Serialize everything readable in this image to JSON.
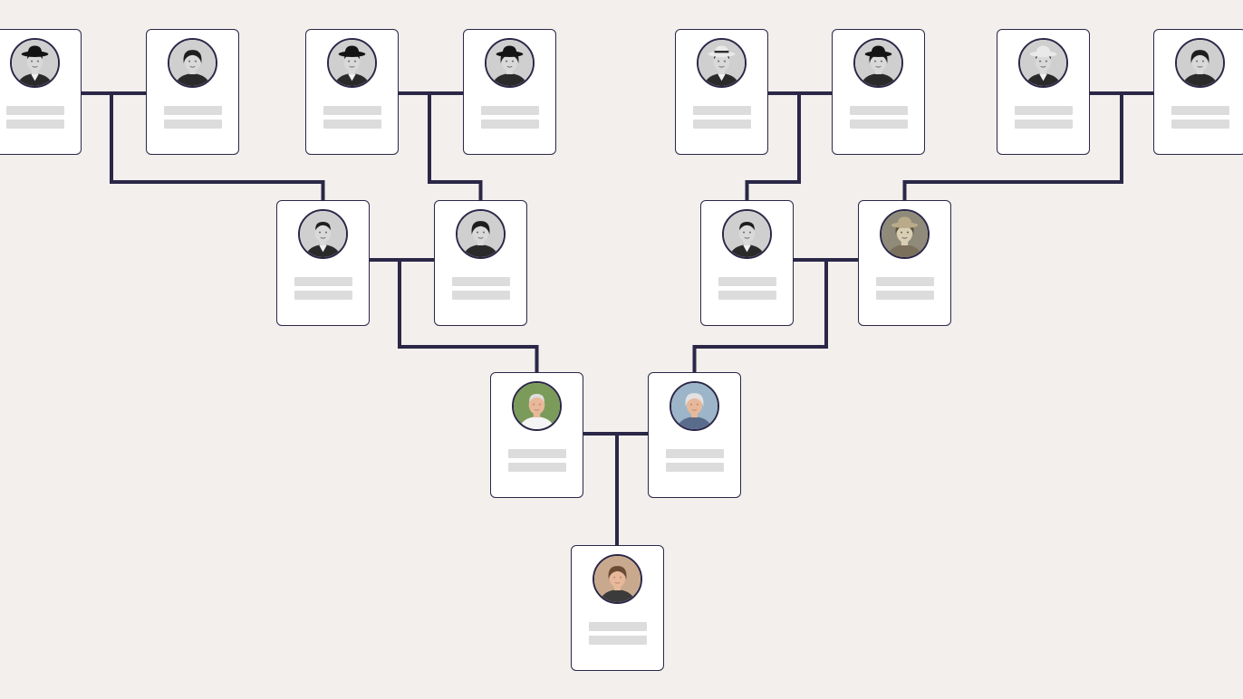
{
  "colors": {
    "background": "#f2efec",
    "connector": "#2b2747",
    "card": "#ffffff",
    "card_border": "#2b2747",
    "placeholder_bar": "#dcdcdc"
  },
  "tree": {
    "generations": 4,
    "people": [
      {
        "id": "p1",
        "generation": 4,
        "photo": "vintage-man-cap",
        "photo_style": "bw"
      },
      {
        "id": "p2",
        "generation": 4,
        "photo": "vintage-woman-bob",
        "photo_style": "bw"
      },
      {
        "id": "p3",
        "generation": 4,
        "photo": "vintage-man-hat",
        "photo_style": "bw"
      },
      {
        "id": "p4",
        "generation": 4,
        "photo": "vintage-woman-hat",
        "photo_style": "bw"
      },
      {
        "id": "p5",
        "generation": 4,
        "photo": "vintage-man-boater",
        "photo_style": "bw"
      },
      {
        "id": "p6",
        "generation": 4,
        "photo": "vintage-woman-hat",
        "photo_style": "bw"
      },
      {
        "id": "p7",
        "generation": 4,
        "photo": "vintage-man-white-hat",
        "photo_style": "bw"
      },
      {
        "id": "p8",
        "generation": 4,
        "photo": "vintage-woman",
        "photo_style": "bw"
      },
      {
        "id": "p9",
        "generation": 3,
        "photo": "man-suit",
        "photo_style": "bw"
      },
      {
        "id": "p10",
        "generation": 3,
        "photo": "woman-1940s",
        "photo_style": "bw"
      },
      {
        "id": "p11",
        "generation": 3,
        "photo": "man-portrait",
        "photo_style": "bw"
      },
      {
        "id": "p12",
        "generation": 3,
        "photo": "woman-cloche",
        "photo_style": "sepia"
      },
      {
        "id": "p13",
        "generation": 2,
        "photo": "older-man",
        "photo_style": "color"
      },
      {
        "id": "p14",
        "generation": 2,
        "photo": "older-woman",
        "photo_style": "color"
      },
      {
        "id": "p15",
        "generation": 1,
        "photo": "young-woman",
        "photo_style": "color"
      }
    ],
    "couples": [
      {
        "partners": [
          "p1",
          "p2"
        ],
        "child": "p9"
      },
      {
        "partners": [
          "p3",
          "p4"
        ],
        "child": "p10"
      },
      {
        "partners": [
          "p5",
          "p6"
        ],
        "child": "p11"
      },
      {
        "partners": [
          "p7",
          "p8"
        ],
        "child": "p12"
      },
      {
        "partners": [
          "p9",
          "p10"
        ],
        "child": "p13"
      },
      {
        "partners": [
          "p11",
          "p12"
        ],
        "child": "p14"
      },
      {
        "partners": [
          "p13",
          "p14"
        ],
        "child": "p15"
      }
    ]
  }
}
